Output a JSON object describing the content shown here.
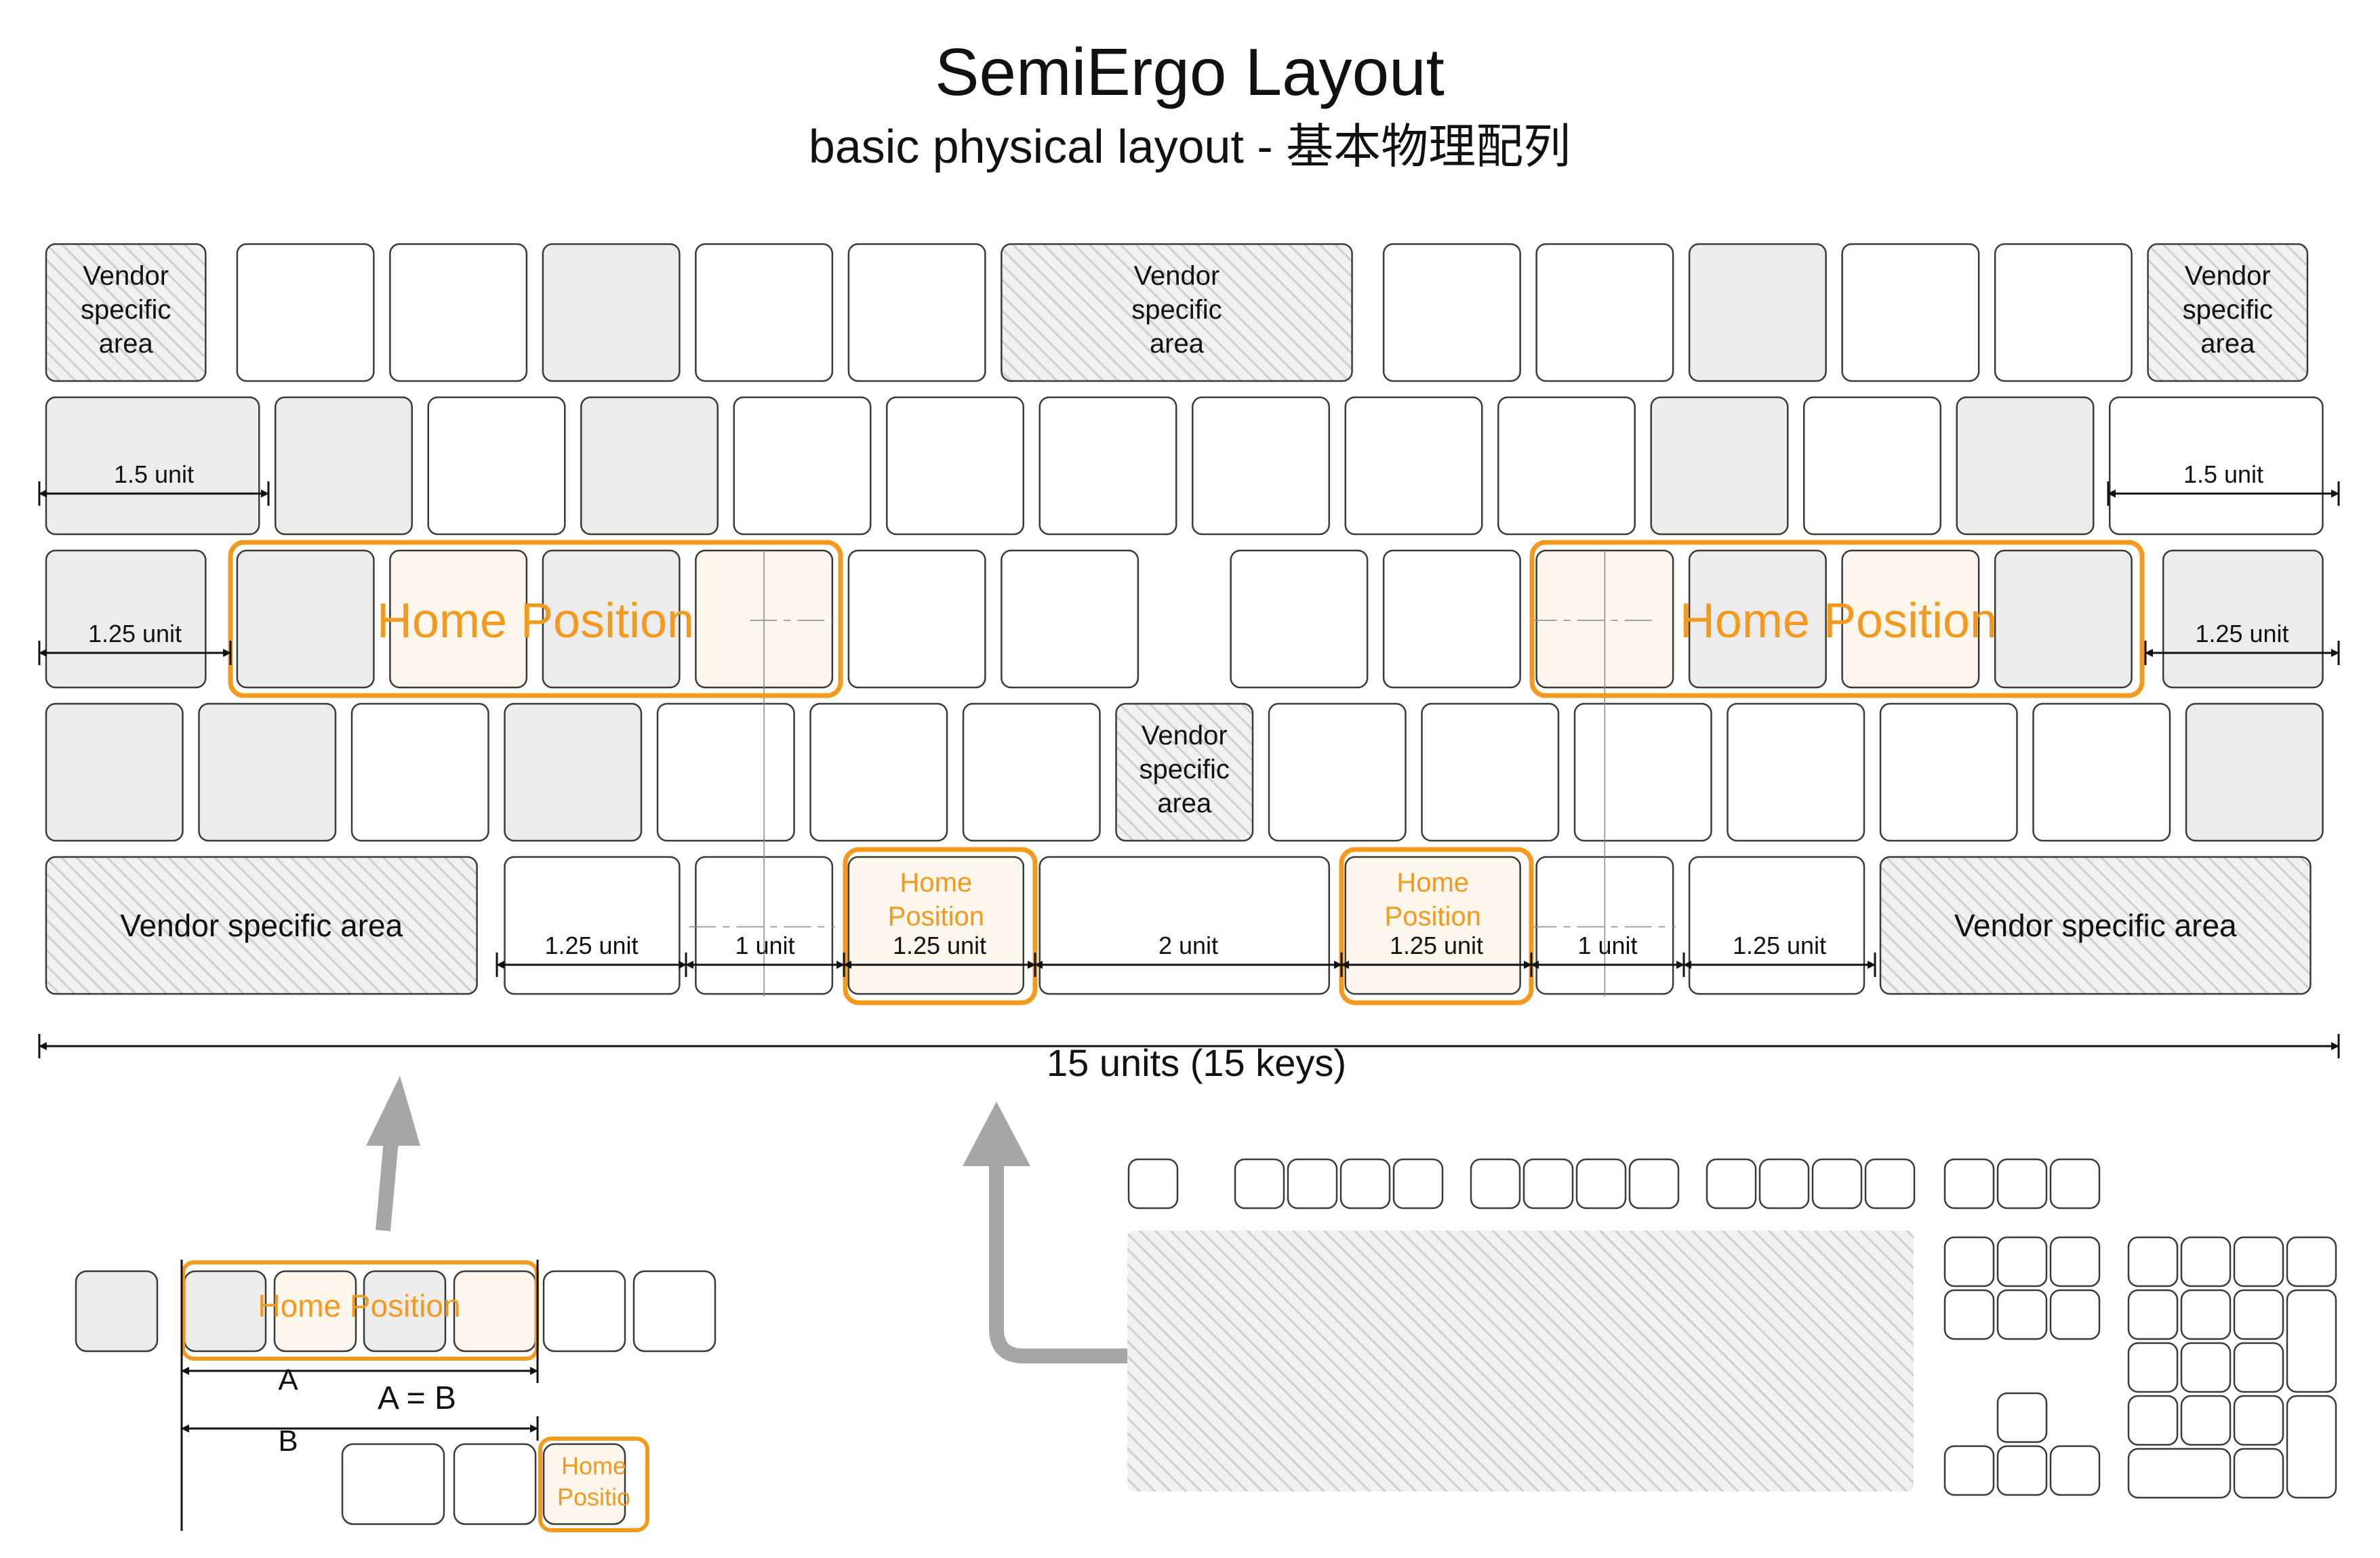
{
  "header": {
    "title": "SemiErgo Layout",
    "subtitle": "basic physical layout - 基本物理配列"
  },
  "labels": {
    "vendor_stack": [
      "Vendor",
      "specific",
      "area"
    ],
    "vendor_inline": "Vendor specific area",
    "home_position": "Home Position",
    "home_stack": [
      "Home",
      "Position"
    ],
    "home_clipped": [
      "Home",
      "Positio"
    ],
    "unit_1_5": "1.5 unit",
    "unit_1_25": "1.25 unit",
    "unit_1": "1 unit",
    "unit_2": "2 unit",
    "total": "15 units (15 keys)",
    "dim_a": "A",
    "dim_b": "B",
    "dim_eq": "A = B"
  },
  "colors": {
    "key_stroke": "#3a3a3a",
    "key_gray": "#ececec",
    "key_white": "#ffffff",
    "home_tint": "#fdf6ec",
    "accent_orange": "#f39a1e",
    "arrow_gray": "#a6a6a6",
    "hatch_gray": "#c9c9c9",
    "text": "#111111"
  },
  "icons": {
    "up_arrow": "arrow-up-icon",
    "elbow_arrow": "elbow-arrow-icon"
  }
}
